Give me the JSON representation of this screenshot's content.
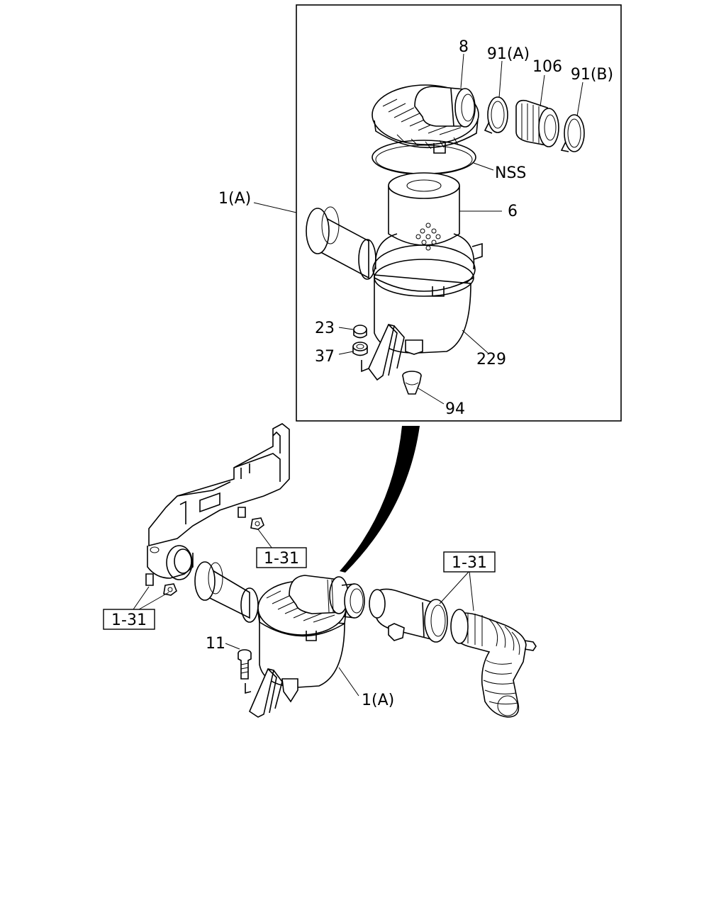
{
  "callouts": {
    "p8": "8",
    "p91a": "91(A)",
    "p106": "106",
    "p91b": "91(B)",
    "nss": "NSS",
    "p1a_inset": "1(A)",
    "p6": "6",
    "p23": "23",
    "p37": "37",
    "p229": "229",
    "p94": "94",
    "p11": "11",
    "p1a_main": "1(A)"
  },
  "references": {
    "ref_top": "1-31",
    "ref_left": "1-31",
    "ref_right": "1-31"
  }
}
